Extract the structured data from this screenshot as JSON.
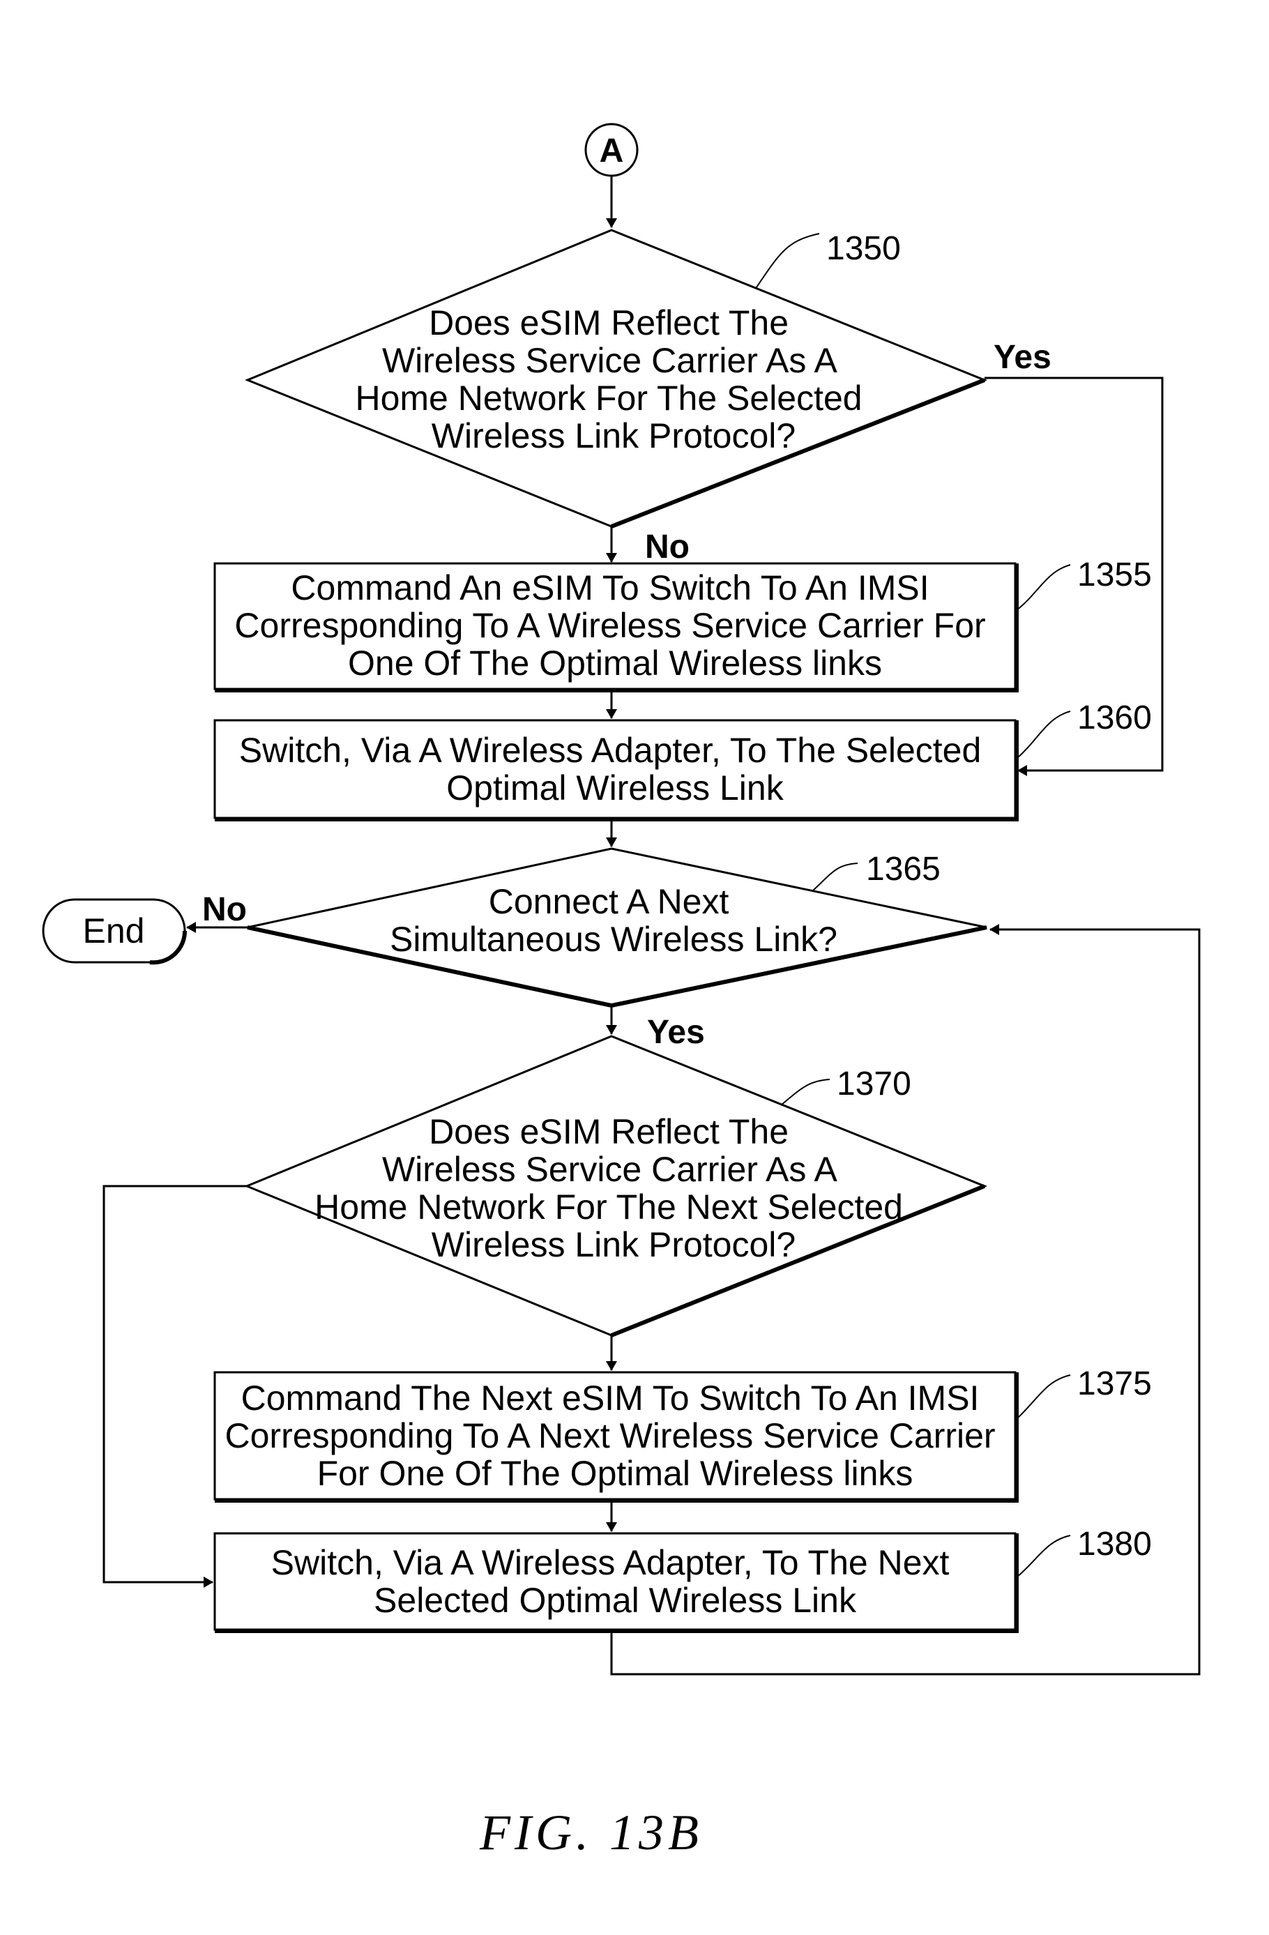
{
  "figure": {
    "caption": "FIG. 13B",
    "connector": "A",
    "end_label": "End",
    "steps": {
      "s1350": {
        "ref": "1350",
        "type": "decision",
        "lines": [
          "Does eSIM Reflect The",
          "Wireless Service Carrier As A",
          "Home Network For The Selected",
          "Wireless Link Protocol?"
        ],
        "yes": "Yes",
        "no": "No"
      },
      "s1355": {
        "ref": "1355",
        "type": "process",
        "lines": [
          "Command An eSIM To Switch To An IMSI",
          "Corresponding To A Wireless Service Carrier For",
          "One Of The Optimal Wireless links"
        ]
      },
      "s1360": {
        "ref": "1360",
        "type": "process",
        "lines": [
          "Switch, Via A Wireless Adapter, To The Selected",
          "Optimal Wireless Link"
        ]
      },
      "s1365": {
        "ref": "1365",
        "type": "decision",
        "lines": [
          "Connect A Next",
          "Simultaneous Wireless Link?"
        ],
        "yes": "Yes",
        "no": "No"
      },
      "s1370": {
        "ref": "1370",
        "type": "decision",
        "lines": [
          "Does eSIM Reflect The",
          "Wireless Service Carrier As A",
          "Home Network For The Next Selected",
          "Wireless Link Protocol?"
        ]
      },
      "s1375": {
        "ref": "1375",
        "type": "process",
        "lines": [
          "Command The Next eSIM To Switch To An IMSI",
          "Corresponding To A Next Wireless Service Carrier",
          "For One Of The Optimal Wireless links"
        ]
      },
      "s1380": {
        "ref": "1380",
        "type": "process",
        "lines": [
          "Switch, Via A Wireless Adapter, To The Next",
          "Selected Optimal Wireless Link"
        ]
      }
    }
  }
}
